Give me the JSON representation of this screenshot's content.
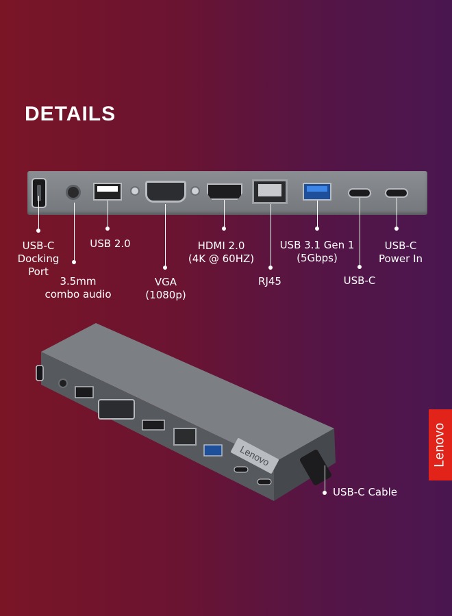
{
  "header": {
    "title": "DETAILS"
  },
  "ports": {
    "dock": {
      "line1": "USB-C",
      "line2": "Docking",
      "line3": "Port"
    },
    "audio": {
      "line1": "3.5mm",
      "line2": "combo audio"
    },
    "usb2": {
      "line1": "USB 2.0"
    },
    "vga": {
      "line1": "VGA",
      "line2": "(1080p)"
    },
    "hdmi": {
      "line1": "HDMI 2.0",
      "line2": "(4K @ 60HZ)"
    },
    "rj45": {
      "line1": "RJ45"
    },
    "usb31": {
      "line1": "USB 3.1 Gen 1",
      "line2": "(5Gbps)"
    },
    "usbc": {
      "line1": "USB-C"
    },
    "power": {
      "line1": "USB-C",
      "line2": "Power In"
    }
  },
  "device": {
    "logo_text": "Lenovo"
  },
  "cable": {
    "label": "USB-C Cable"
  },
  "brand": {
    "text": "Lenovo",
    "color": "#e2231a"
  }
}
